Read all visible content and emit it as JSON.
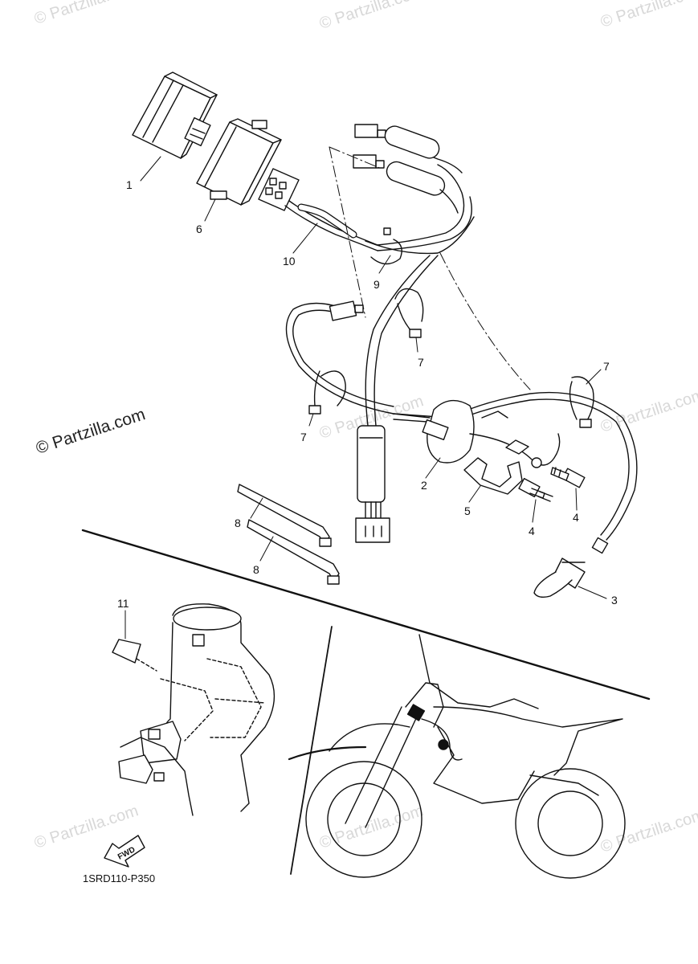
{
  "watermark": {
    "main": "© Partzilla.com",
    "faint": "© Partzilla.com"
  },
  "diagram_code": "1SRD110-P350",
  "fwd_label": "FWD",
  "callouts": {
    "c1": "1",
    "c2": "2",
    "c3": "3",
    "c4a": "4",
    "c4b": "4",
    "c5": "5",
    "c6": "6",
    "c7a": "7",
    "c7b": "7",
    "c7c": "7",
    "c8a": "8",
    "c8b": "8",
    "c9": "9",
    "c10": "10",
    "c11": "11"
  }
}
